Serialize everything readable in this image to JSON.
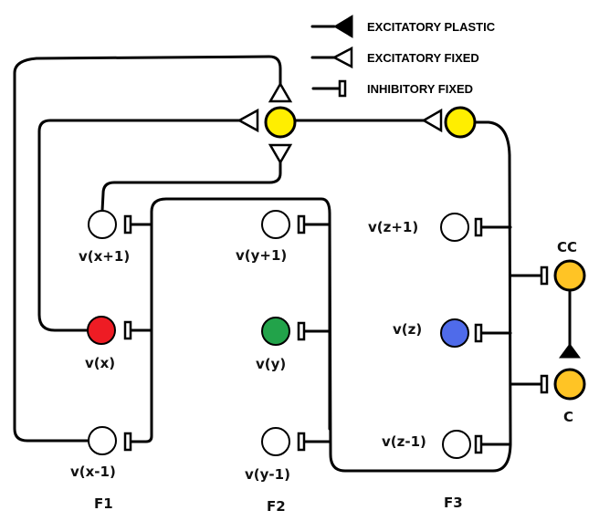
{
  "legend": {
    "items": [
      {
        "symbol": "filled-triangle-arrow",
        "label": "EXCITATORY PLASTIC"
      },
      {
        "symbol": "open-triangle-arrow",
        "label": "EXCITATORY FIXED"
      },
      {
        "symbol": "bar-terminal",
        "label": "INHIBITORY FIXED"
      }
    ]
  },
  "colors": {
    "hub_yellow": "#FFEE00",
    "cc_c_gold": "#FFC425",
    "vx_red": "#EE1C24",
    "vy_green": "#22A34A",
    "vz_blue": "#4F6BEA",
    "inactive": "#FFFFFF",
    "line": "#000000"
  },
  "groups": {
    "f1": {
      "label": "F1",
      "nodes": {
        "top": "v(x+1)",
        "mid": "v(x)",
        "bot": "v(x-1)"
      }
    },
    "f2": {
      "label": "F2",
      "nodes": {
        "top": "v(y+1)",
        "mid": "v(y)",
        "bot": "v(y-1)"
      }
    },
    "f3": {
      "label": "F3",
      "nodes": {
        "top": "v(z+1)",
        "mid": "v(z)",
        "bot": "v(z-1)"
      }
    }
  },
  "controller": {
    "cc_label": "CC",
    "c_label": "C"
  }
}
